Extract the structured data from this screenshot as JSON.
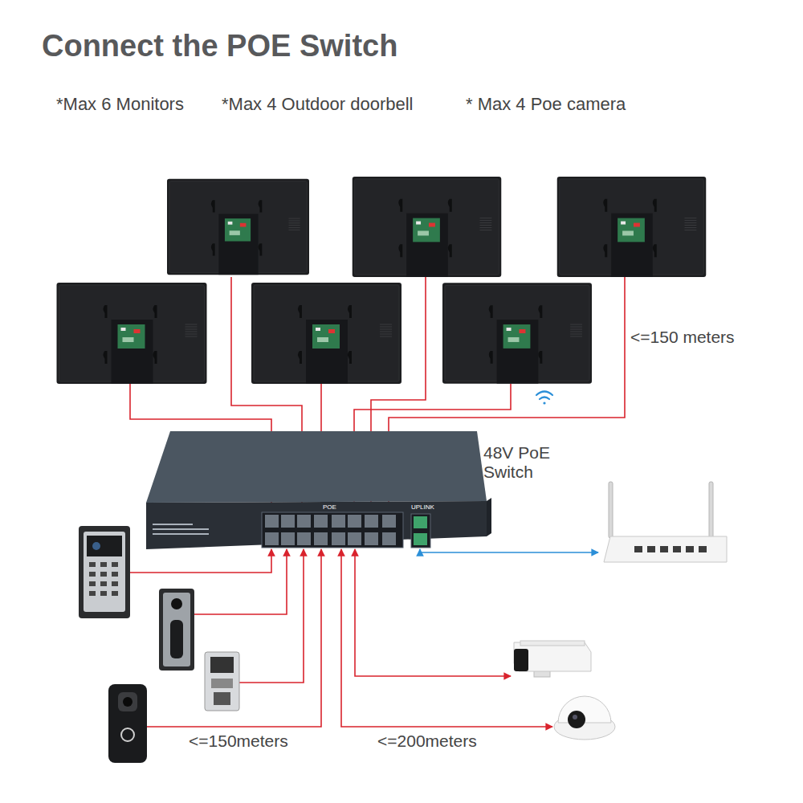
{
  "diagram": {
    "title": "Connect the POE Switch",
    "nodes": [
      {
        "text": [
          "48V PoE Switch",
          "POE",
          "UPLINK"
        ]
      }
    ],
    "labels": [
      "*Max 6 Monitors",
      "*Max 4 Outdoor doorbell",
      "* Max 4 Poe camera",
      "<=150 meters",
      "<=150meters",
      "<=200meters"
    ]
  }
}
